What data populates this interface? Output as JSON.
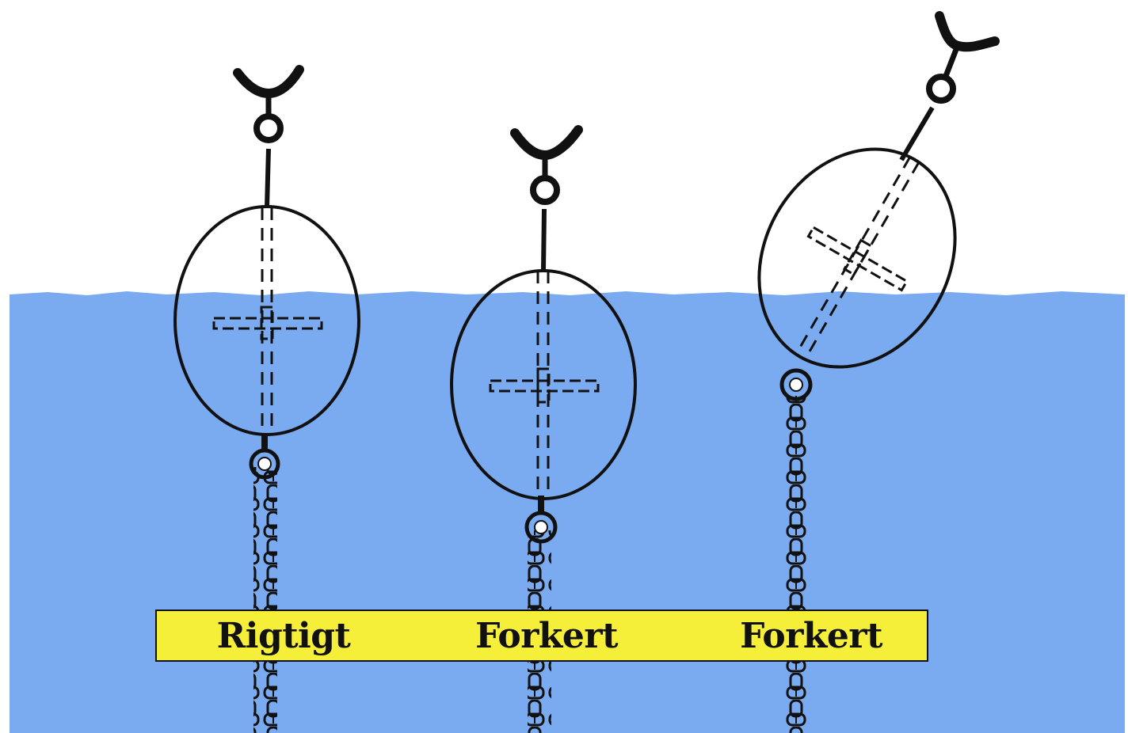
{
  "labels": [
    "Rigtigt",
    "Forkert",
    "Forkert"
  ],
  "colors": {
    "water": "#7aaaf0",
    "sky": "#ffffff",
    "label_bar": "#f6ef3a",
    "ink": "#111111"
  },
  "buoys": [
    {
      "status_label": "Rigtigt"
    },
    {
      "status_label": "Forkert"
    },
    {
      "status_label": "Forkert"
    }
  ]
}
